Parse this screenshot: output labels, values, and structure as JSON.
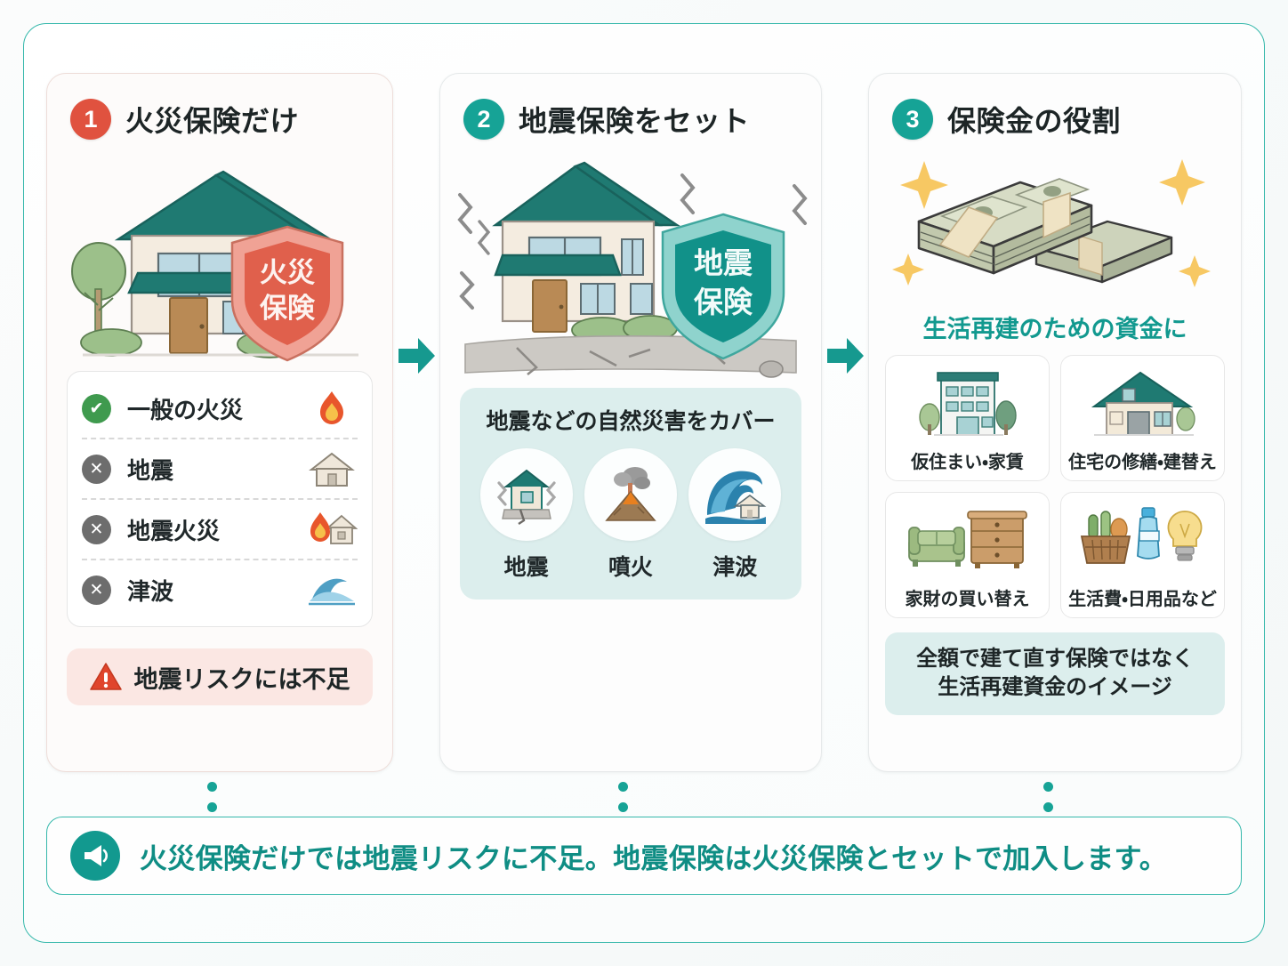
{
  "colors": {
    "teal": "#12998f",
    "teal_light": "#35b8ab",
    "teal_badge": "#16a396",
    "red_badge": "#e0523f",
    "red_shield": "#e0604c",
    "green_check": "#3f9a4e",
    "gray_cross": "#6d6d6d",
    "warn_bg": "#fbe7e3",
    "cover_bg": "#dceeed",
    "roof": "#1f7a72",
    "wall": "#f4ece0",
    "door": "#b98a55"
  },
  "panels": [
    {
      "number": "1",
      "title": "火災保険だけ",
      "shield_label_line1": "火災",
      "shield_label_line2": "保険",
      "coverage": [
        {
          "status": "ok",
          "mark": "✔",
          "label": "一般の火災",
          "icon": "fire-icon"
        },
        {
          "status": "ng",
          "mark": "✕",
          "label": "地震",
          "icon": "house-icon"
        },
        {
          "status": "ng",
          "mark": "✕",
          "label": "地震火災",
          "icon": "fire-house-icon"
        },
        {
          "status": "ng",
          "mark": "✕",
          "label": "津波",
          "icon": "wave-icon"
        }
      ],
      "warning": "地震リスクには不足"
    },
    {
      "number": "2",
      "title": "地震保険をセット",
      "shield_label_line1": "地震",
      "shield_label_line2": "保険",
      "cover_title": "地震などの自然災害をカバー",
      "cover_items": [
        {
          "label": "地震",
          "icon": "shaking-house-icon"
        },
        {
          "label": "噴火",
          "icon": "volcano-icon"
        },
        {
          "label": "津波",
          "icon": "tsunami-house-icon"
        }
      ]
    },
    {
      "number": "3",
      "title": "保険金の役割",
      "use_title": "生活再建のための資金に",
      "use_cards": [
        {
          "label": "仮住まい・家賃",
          "icon": "apartment-icon"
        },
        {
          "label": "住宅の修繕・建替え",
          "icon": "house-repair-icon"
        },
        {
          "label": "家財の買い替え",
          "icon": "furniture-icon"
        },
        {
          "label": "生活費・日用品など",
          "icon": "groceries-icon"
        }
      ],
      "note_line1": "全額で建て直す保険ではなく",
      "note_line2": "生活再建資金のイメージ"
    }
  ],
  "banner": {
    "icon": "megaphone-icon",
    "text": "火災保険だけでは地震リスクに不足。地震保険は火災保険とセットで加入します。"
  }
}
